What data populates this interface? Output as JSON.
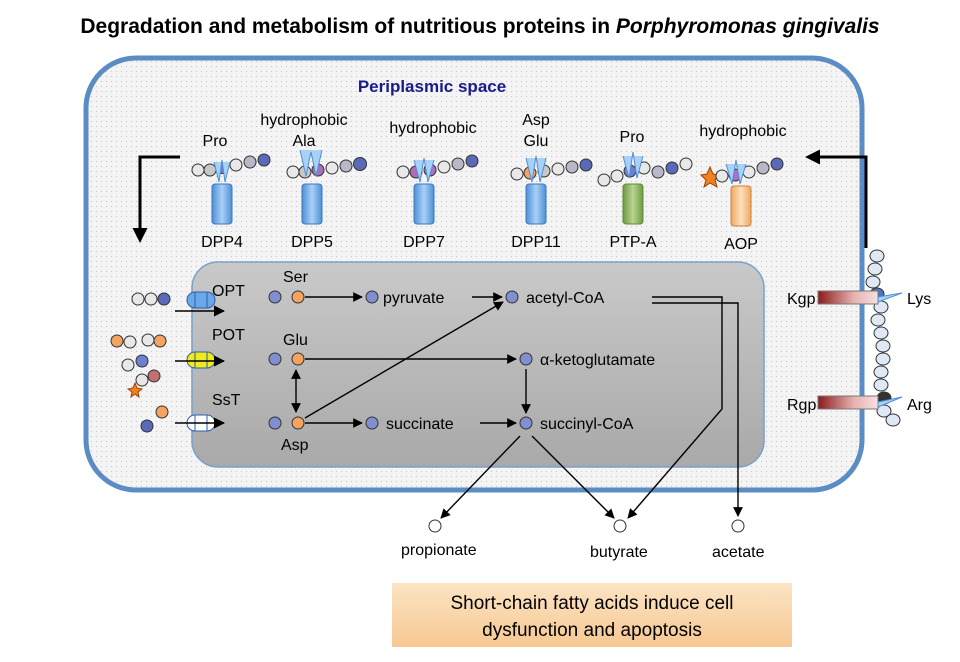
{
  "title": {
    "prefix": "Degradation and metabolism of nutritious proteins in ",
    "organism": "Porphyromonas gingivalis"
  },
  "compartments": {
    "periplasm": "Periplasmic space"
  },
  "peptidases": [
    {
      "id": "dpp4",
      "name": "DPP4",
      "specificity": [
        "Pro"
      ],
      "color": "#6aa8e8"
    },
    {
      "id": "dpp5",
      "name": "DPP5",
      "specificity": [
        "hydrophobic",
        "Ala"
      ],
      "color": "#6aa8e8"
    },
    {
      "id": "dpp7",
      "name": "DPP7",
      "specificity": [
        "hydrophobic"
      ],
      "color": "#6aa8e8"
    },
    {
      "id": "dpp11",
      "name": "DPP11",
      "specificity": [
        "Asp",
        "Glu"
      ],
      "color": "#6aa8e8"
    },
    {
      "id": "ptpa",
      "name": "PTP-A",
      "specificity": [
        "Pro"
      ],
      "color": "#8fb26a"
    },
    {
      "id": "aop",
      "name": "AOP",
      "specificity": [
        "hydrophobic"
      ],
      "color": "#f4c08a"
    }
  ],
  "transporters": [
    {
      "id": "opt",
      "name": "OPT",
      "color": "#6aa8e8"
    },
    {
      "id": "pot",
      "name": "POT",
      "color": "#f2ea1a"
    },
    {
      "id": "sst",
      "name": "SsT",
      "color": "#ffffff"
    }
  ],
  "proteases": [
    {
      "id": "kgp",
      "name": "Kgp",
      "residue": "Lys"
    },
    {
      "id": "rgp",
      "name": "Rgp",
      "residue": "Arg"
    }
  ],
  "metabolites": {
    "ser": "Ser",
    "glu": "Glu",
    "asp": "Asp",
    "pyruvate": "pyruvate",
    "acetyl_coa": "acetyl-CoA",
    "alpha_kg": "α-ketoglutamate",
    "succinate": "succinate",
    "succinyl_coa": "succinyl-CoA",
    "propionate": "propionate",
    "butyrate": "butyrate",
    "acetate": "acetate"
  },
  "conclusion": {
    "line1": "Short-chain fatty acids induce cell",
    "line2": "dysfunction and apoptosis"
  },
  "colors": {
    "membrane_border": "#5b8cc4",
    "periplasm_fill": "#f0f0f0",
    "cytoplasm_fill": "#b8b8b8",
    "periplasm_label": "#1a1a8c",
    "conclusion_fill": "#f9d5a7"
  }
}
